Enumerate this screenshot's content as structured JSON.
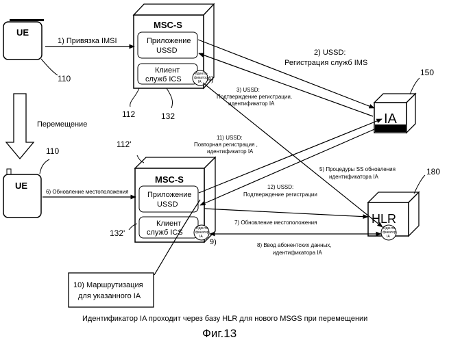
{
  "devices": {
    "ue_top": {
      "label": "UE",
      "ref": "110"
    },
    "ue_bottom": {
      "label": "UE",
      "ref": "110"
    },
    "msc_top": {
      "title": "MSC-S",
      "app_line1": "Приложение",
      "app_line2": "USSD",
      "client_line1": "Клиент",
      "client_line2": "служб ICS",
      "badge_line1": "Иденти-",
      "badge_line2": "фикатор",
      "badge_line3": "IA",
      "step": "4)",
      "ref_a": "112",
      "ref_b": "132"
    },
    "msc_bottom": {
      "title": "MSC-S",
      "app_line1": "Приложение",
      "app_line2": "USSD",
      "client_line1": "Клиент",
      "client_line2": "служб ICS",
      "badge_line1": "Иденти-",
      "badge_line2": "фикатор",
      "badge_line3": "IA",
      "step": "9)",
      "ref_a": "112'",
      "ref_b": "132'"
    },
    "ia": {
      "label": "IA",
      "ref": "150"
    },
    "hlr": {
      "label": "HLR",
      "ref": "180",
      "badge_line1": "Иденти-",
      "badge_line2": "фикатор",
      "badge_line3": "IA"
    }
  },
  "movement_label": "Перемещение",
  "messages": {
    "m1": "1) Привязка IMSI",
    "m2_line1": "2) USSD:",
    "m2_line2": "Регистрация служб IMS",
    "m3_line1": "3) USSD:",
    "m3_line2": "Подтверждение регистрации,",
    "m3_line3": "идентификатор IA",
    "m5_line1": "5) Процедуры SS обновления",
    "m5_line2": "идентификатора IA",
    "m6": "6) Обновление местоположения",
    "m7": "7) Обновление местоположения",
    "m8_line1": "8) Ввод абонентских данных,",
    "m8_line2": "идентификатора IA",
    "m11_line1": "11) USSD:",
    "m11_line2": "Повторная регистрация ,",
    "m11_line3": "идентификатор IA",
    "m12_line1": "12) USSD:",
    "m12_line2": "Подтверждение регистрации"
  },
  "note_box": {
    "line1": "10) Маршрутизация",
    "line2": "для указанного IA"
  },
  "caption": "Идентификатор IA проходит через базу HLR для нового MSGS при перемещении",
  "figure_label": "Фиг.13"
}
